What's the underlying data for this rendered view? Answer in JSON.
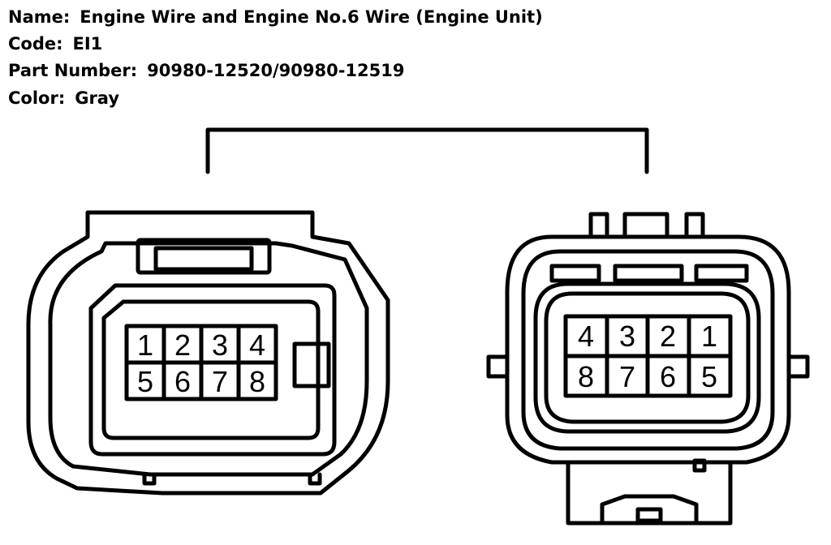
{
  "info": {
    "name_label": "Name:",
    "name_value": "Engine Wire and Engine No.6 Wire (Engine Unit)",
    "code_label": "Code:",
    "code_value": "EI1",
    "part_label": "Part Number:",
    "part_value": "90980-12520/90980-12519",
    "color_label": "Color:",
    "color_value": "Gray"
  },
  "left_connector": {
    "pins_row1": [
      "1",
      "2",
      "3",
      "4"
    ],
    "pins_row2": [
      "5",
      "6",
      "7",
      "8"
    ]
  },
  "right_connector": {
    "pins_row1": [
      "4",
      "3",
      "2",
      "1"
    ],
    "pins_row2": [
      "8",
      "7",
      "6",
      "5"
    ]
  },
  "colors": {
    "line": "#000000",
    "background": "#ffffff"
  }
}
